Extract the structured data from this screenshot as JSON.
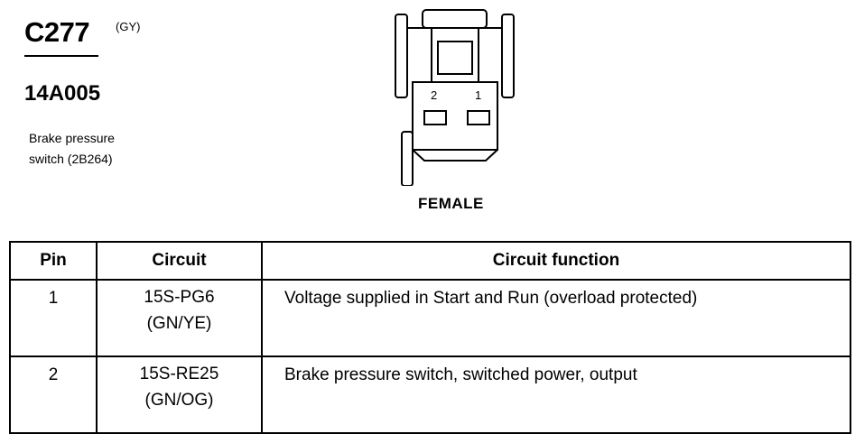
{
  "connector": {
    "id": "C277",
    "color": "(GY)",
    "part_number": "14A005",
    "description_lines": [
      "Brake pressure",
      "switch (2B264)"
    ],
    "gender": "FEMALE",
    "pin_labels": [
      "2",
      "1"
    ]
  },
  "table": {
    "headers": [
      "Pin",
      "Circuit",
      "Circuit function"
    ],
    "rows": [
      {
        "pin": "1",
        "circuit_lines": [
          "15S-PG6",
          "(GN/YE)"
        ],
        "function": "Voltage supplied in Start and Run (overload protected)"
      },
      {
        "pin": "2",
        "circuit_lines": [
          "15S-RE25",
          "(GN/OG)"
        ],
        "function": "Brake pressure switch, switched power, output"
      }
    ]
  }
}
